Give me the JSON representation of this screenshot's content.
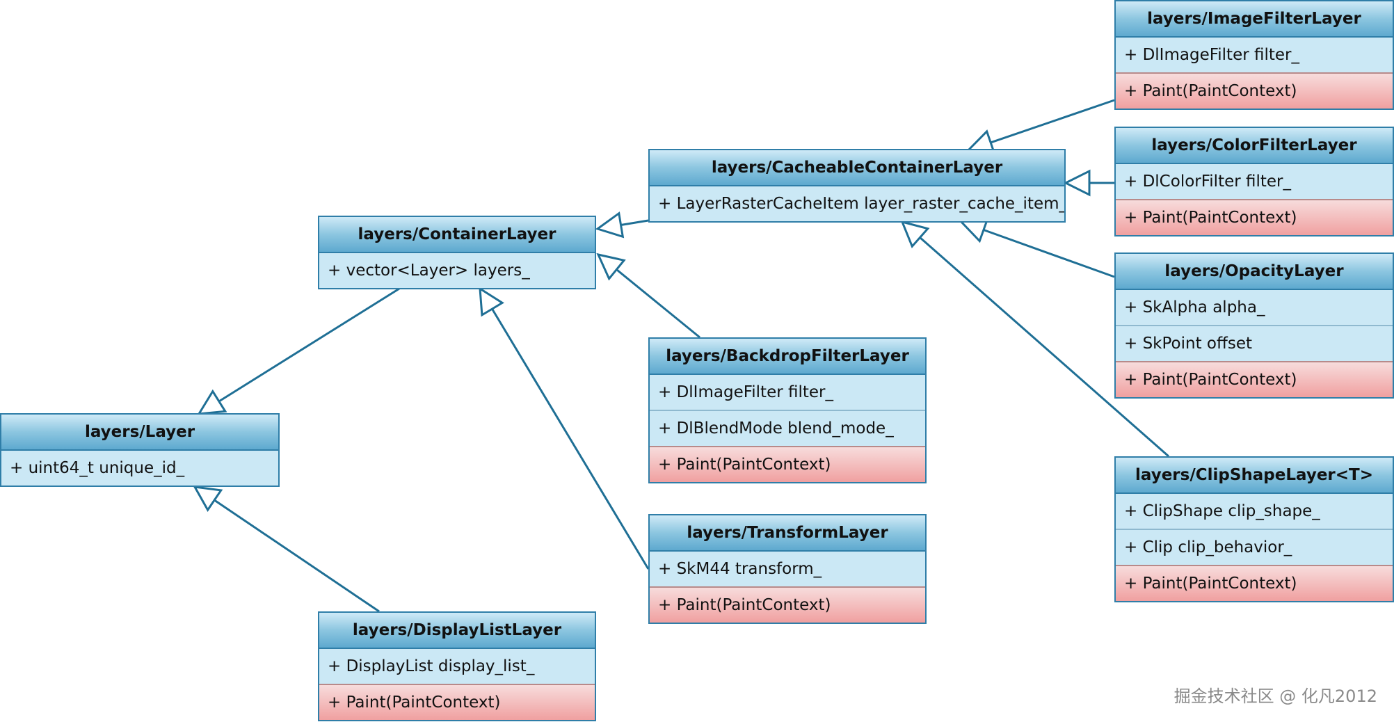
{
  "diagram": {
    "classes": {
      "image_filter_layer": {
        "name": "layers/ImageFilterLayer",
        "attributes": [
          "+ DlImageFilter filter_"
        ],
        "methods": [
          "+ Paint(PaintContext)"
        ]
      },
      "color_filter_layer": {
        "name": "layers/ColorFilterLayer",
        "attributes": [
          "+ DlColorFilter filter_"
        ],
        "methods": [
          "+ Paint(PaintContext)"
        ]
      },
      "cacheable_container_layer": {
        "name": "layers/CacheableContainerLayer",
        "attributes": [
          "+ LayerRasterCacheItem layer_raster_cache_item_"
        ],
        "methods": []
      },
      "container_layer": {
        "name": "layers/ContainerLayer",
        "attributes": [
          "+ vector<Layer> layers_"
        ],
        "methods": []
      },
      "opacity_layer": {
        "name": "layers/OpacityLayer",
        "attributes": [
          "+ SkAlpha alpha_",
          "+ SkPoint offset"
        ],
        "methods": [
          "+ Paint(PaintContext)"
        ]
      },
      "backdrop_filter_layer": {
        "name": "layers/BackdropFilterLayer",
        "attributes": [
          "+ DlImageFilter filter_",
          "+ DlBlendMode blend_mode_"
        ],
        "methods": [
          "+ Paint(PaintContext)"
        ]
      },
      "layer": {
        "name": "layers/Layer",
        "attributes": [
          "+ uint64_t unique_id_"
        ],
        "methods": []
      },
      "clip_shape_layer": {
        "name": "layers/ClipShapeLayer<T>",
        "attributes": [
          "+ ClipShape clip_shape_",
          "+ Clip clip_behavior_"
        ],
        "methods": [
          "+ Paint(PaintContext)"
        ]
      },
      "transform_layer": {
        "name": "layers/TransformLayer",
        "attributes": [
          "+ SkM44 transform_"
        ],
        "methods": [
          "+ Paint(PaintContext)"
        ]
      },
      "display_list_layer": {
        "name": "layers/DisplayListLayer",
        "attributes": [
          "+ DisplayList display_list_"
        ],
        "methods": [
          "+ Paint(PaintContext)"
        ]
      }
    },
    "relations": [
      {
        "from": "image_filter_layer",
        "to": "cacheable_container_layer",
        "type": "inherits"
      },
      {
        "from": "color_filter_layer",
        "to": "cacheable_container_layer",
        "type": "inherits"
      },
      {
        "from": "opacity_layer",
        "to": "cacheable_container_layer",
        "type": "inherits"
      },
      {
        "from": "clip_shape_layer",
        "to": "cacheable_container_layer",
        "type": "inherits"
      },
      {
        "from": "cacheable_container_layer",
        "to": "container_layer",
        "type": "inherits"
      },
      {
        "from": "backdrop_filter_layer",
        "to": "container_layer",
        "type": "inherits"
      },
      {
        "from": "transform_layer",
        "to": "container_layer",
        "type": "inherits"
      },
      {
        "from": "container_layer",
        "to": "layer",
        "type": "inherits"
      },
      {
        "from": "display_list_layer",
        "to": "layer",
        "type": "inherits"
      }
    ],
    "colors": {
      "edge": "#1f6f95",
      "header_top": "#cfeaf7",
      "header_bottom": "#5ea9cf",
      "attribute_bg": "#cbe8f5",
      "method_top": "#f7dcdc",
      "method_bottom": "#f0a0a0"
    }
  },
  "watermark": "掘金技术社区 @ 化凡2012"
}
